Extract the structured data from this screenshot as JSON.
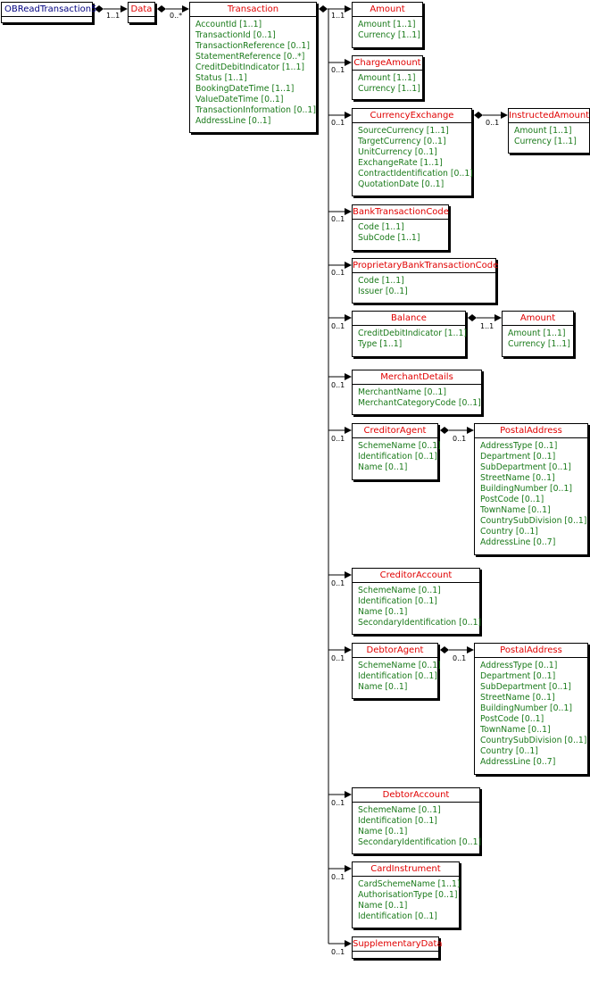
{
  "colors": {
    "entity": "#e00000",
    "root": "#000080",
    "attribute": "#1a7a1a",
    "line": "#000000"
  },
  "nodes": {
    "root": {
      "name": "OBReadTransaction5",
      "attrs": []
    },
    "data": {
      "name": "Data",
      "attrs": []
    },
    "transaction": {
      "name": "Transaction",
      "attrs": [
        "AccountId [1..1]",
        "TransactionId [0..1]",
        "TransactionReference [0..1]",
        "StatementReference [0..*]",
        "CreditDebitIndicator [1..1]",
        "Status [1..1]",
        "BookingDateTime [1..1]",
        "ValueDateTime [0..1]",
        "TransactionInformation [0..1]",
        "AddressLine [0..1]"
      ]
    },
    "amount": {
      "name": "Amount",
      "attrs": [
        "Amount [1..1]",
        "Currency [1..1]"
      ]
    },
    "charge": {
      "name": "ChargeAmount",
      "attrs": [
        "Amount [1..1]",
        "Currency [1..1]"
      ]
    },
    "currex": {
      "name": "CurrencyExchange",
      "attrs": [
        "SourceCurrency [1..1]",
        "TargetCurrency [0..1]",
        "UnitCurrency [0..1]",
        "ExchangeRate [1..1]",
        "ContractIdentification [0..1]",
        "QuotationDate [0..1]"
      ]
    },
    "instructed": {
      "name": "InstructedAmount",
      "attrs": [
        "Amount [1..1]",
        "Currency [1..1]"
      ]
    },
    "btc": {
      "name": "BankTransactionCode",
      "attrs": [
        "Code [1..1]",
        "SubCode [1..1]"
      ]
    },
    "pbtc": {
      "name": "ProprietaryBankTransactionCode",
      "attrs": [
        "Code [1..1]",
        "Issuer [0..1]"
      ]
    },
    "balance": {
      "name": "Balance",
      "attrs": [
        "CreditDebitIndicator [1..1]",
        "Type [1..1]"
      ]
    },
    "balamount": {
      "name": "Amount",
      "attrs": [
        "Amount [1..1]",
        "Currency [1..1]"
      ]
    },
    "merchant": {
      "name": "MerchantDetails",
      "attrs": [
        "MerchantName [0..1]",
        "MerchantCategoryCode [0..1]"
      ]
    },
    "credagent": {
      "name": "CreditorAgent",
      "attrs": [
        "SchemeName [0..1]",
        "Identification [0..1]",
        "Name [0..1]"
      ]
    },
    "postal1": {
      "name": "PostalAddress",
      "attrs": [
        "AddressType [0..1]",
        "Department [0..1]",
        "SubDepartment [0..1]",
        "StreetName [0..1]",
        "BuildingNumber [0..1]",
        "PostCode [0..1]",
        "TownName [0..1]",
        "CountrySubDivision [0..1]",
        "Country [0..1]",
        "AddressLine [0..7]"
      ]
    },
    "credacct": {
      "name": "CreditorAccount",
      "attrs": [
        "SchemeName [0..1]",
        "Identification [0..1]",
        "Name [0..1]",
        "SecondaryIdentification [0..1]"
      ]
    },
    "debtagent": {
      "name": "DebtorAgent",
      "attrs": [
        "SchemeName [0..1]",
        "Identification [0..1]",
        "Name [0..1]"
      ]
    },
    "postal2": {
      "name": "PostalAddress",
      "attrs": [
        "AddressType [0..1]",
        "Department [0..1]",
        "SubDepartment [0..1]",
        "StreetName [0..1]",
        "BuildingNumber [0..1]",
        "PostCode [0..1]",
        "TownName [0..1]",
        "CountrySubDivision [0..1]",
        "Country [0..1]",
        "AddressLine [0..7]"
      ]
    },
    "debtacct": {
      "name": "DebtorAccount",
      "attrs": [
        "SchemeName [0..1]",
        "Identification [0..1]",
        "Name [0..1]",
        "SecondaryIdentification [0..1]"
      ]
    },
    "card": {
      "name": "CardInstrument",
      "attrs": [
        "CardSchemeName [1..1]",
        "AuthorisationType [0..1]",
        "Name [0..1]",
        "Identification [0..1]"
      ]
    },
    "supp": {
      "name": "SupplementaryData",
      "attrs": []
    }
  },
  "cardinalities": {
    "root_data": "1..1",
    "data_transaction": "0..*",
    "transaction_amount": "1..1",
    "transaction_charge": "0..1",
    "transaction_currex": "0..1",
    "currex_instructed": "0..1",
    "transaction_btc": "0..1",
    "transaction_pbtc": "0..1",
    "transaction_balance": "0..1",
    "balance_amount": "1..1",
    "transaction_merchant": "0..1",
    "transaction_credagent": "0..1",
    "credagent_postal": "0..1",
    "transaction_credacct": "0..1",
    "transaction_debtagent": "0..1",
    "debtagent_postal": "0..1",
    "transaction_debtacct": "0..1",
    "transaction_card": "0..1",
    "transaction_supp": "0..1"
  }
}
